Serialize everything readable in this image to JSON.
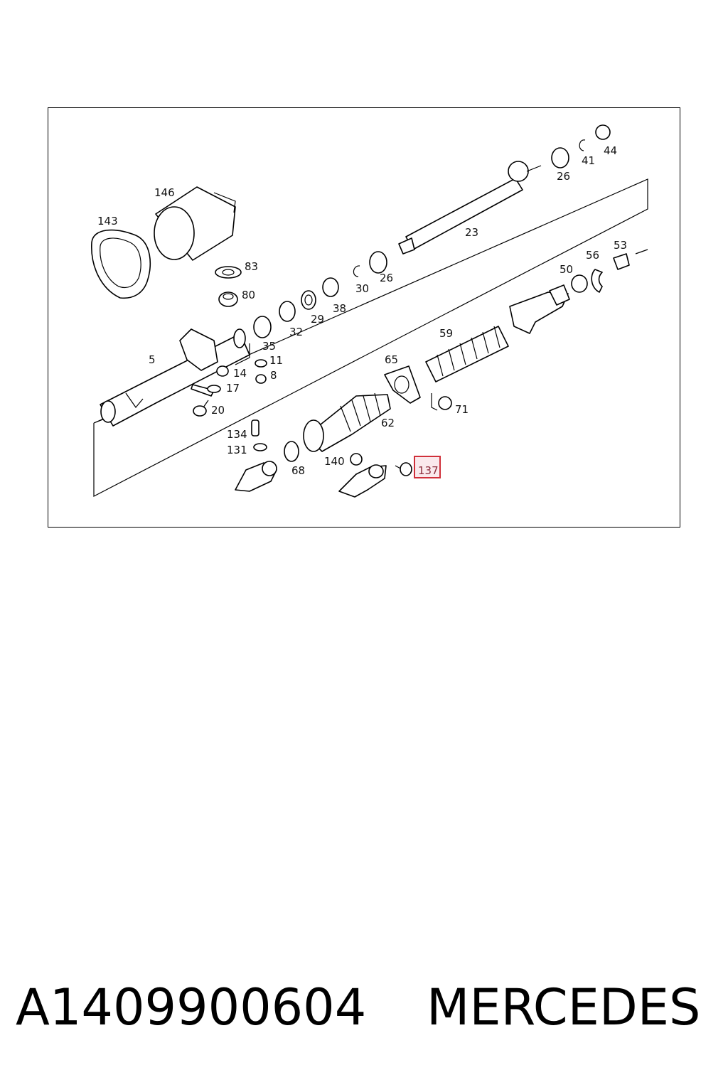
{
  "diagram": {
    "labels": [
      {
        "id": "146",
        "text": "146"
      },
      {
        "id": "143",
        "text": "143"
      },
      {
        "id": "83",
        "text": "83"
      },
      {
        "id": "80",
        "text": "80"
      },
      {
        "id": "5",
        "text": "5"
      },
      {
        "id": "35",
        "text": "35"
      },
      {
        "id": "11",
        "text": "11"
      },
      {
        "id": "14",
        "text": "14"
      },
      {
        "id": "8",
        "text": "8"
      },
      {
        "id": "17",
        "text": "17"
      },
      {
        "id": "20",
        "text": "20"
      },
      {
        "id": "32",
        "text": "32"
      },
      {
        "id": "29",
        "text": "29"
      },
      {
        "id": "38",
        "text": "38"
      },
      {
        "id": "30",
        "text": "30"
      },
      {
        "id": "26a",
        "text": "26"
      },
      {
        "id": "23",
        "text": "23"
      },
      {
        "id": "26b",
        "text": "26"
      },
      {
        "id": "41",
        "text": "41"
      },
      {
        "id": "44",
        "text": "44"
      },
      {
        "id": "50",
        "text": "50"
      },
      {
        "id": "56",
        "text": "56"
      },
      {
        "id": "53",
        "text": "53"
      },
      {
        "id": "59",
        "text": "59"
      },
      {
        "id": "65",
        "text": "65"
      },
      {
        "id": "71",
        "text": "71"
      },
      {
        "id": "62",
        "text": "62"
      },
      {
        "id": "134",
        "text": "134"
      },
      {
        "id": "131",
        "text": "131"
      },
      {
        "id": "68",
        "text": "68"
      },
      {
        "id": "140",
        "text": "140"
      },
      {
        "id": "137",
        "text": "137"
      }
    ],
    "highlighted_part": "137",
    "highlight_color": "#d0303a"
  },
  "footer": {
    "part_number": "A1409900604",
    "brand": "MERCEDES"
  }
}
